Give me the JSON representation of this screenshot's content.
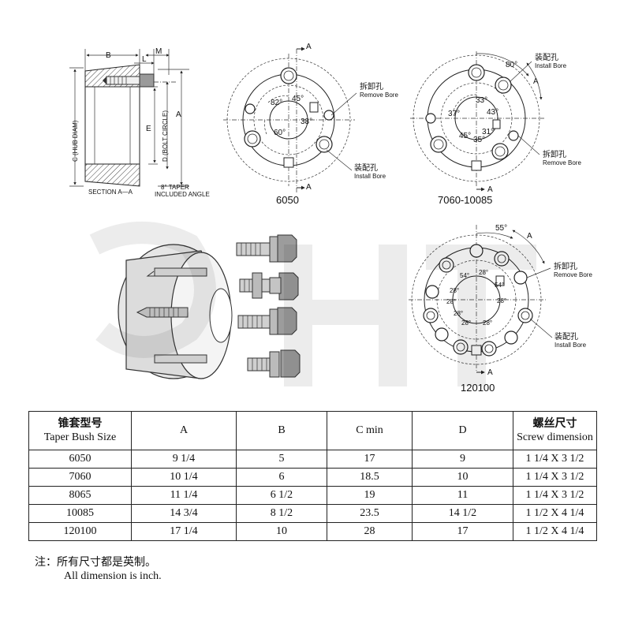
{
  "drawings": {
    "section": {
      "dim_B": "B",
      "dim_L": "L",
      "dim_M": "M",
      "dim_A": "A",
      "dim_E": "E",
      "dim_C": "C (HUB DIAM)",
      "dim_D": "D (BOLT CIRCLE)",
      "caption": "SECTION A—A",
      "taper_line1": "8° TAPER",
      "taper_line2": "INCLUDED ANGLE"
    },
    "view_6050": {
      "name": "6050",
      "section_mark": "A",
      "remove_cn": "拆卸孔",
      "remove_en": "Remove Bore",
      "install_cn": "装配孔",
      "install_en": "Install Bore",
      "angles": [
        "82°",
        "45°",
        "60°",
        "38°"
      ]
    },
    "view_7060": {
      "name": "7060-10085",
      "section_mark": "A",
      "remove_cn": "拆卸孔",
      "remove_en": "Remove Bore",
      "install_cn": "装配孔",
      "install_en": "Install Bore",
      "angles": [
        "80°",
        "33°",
        "37°",
        "43°",
        "45°",
        "31°",
        "35°"
      ]
    },
    "view_120100": {
      "name": "120100",
      "section_mark": "A",
      "remove_cn": "拆卸孔",
      "remove_en": "Remove Bore",
      "install_cn": "装配孔",
      "install_en": "Install Bore",
      "angles": [
        "55°",
        "54°",
        "28°",
        "54°",
        "28°",
        "28°",
        "28°",
        "28°",
        "28°",
        "28°"
      ]
    }
  },
  "table": {
    "headers": {
      "size_cn": "锥套型号",
      "size_en": "Taper Bush Size",
      "a": "A",
      "b": "B",
      "c": "C min",
      "d": "D",
      "screw_cn": "螺丝尺寸",
      "screw_en": "Screw dimension"
    },
    "rows": [
      {
        "size": "6050",
        "a": "9 1/4",
        "b": "5",
        "c": "17",
        "d": "9",
        "screw": "1 1/4 X 3 1/2"
      },
      {
        "size": "7060",
        "a": "10 1/4",
        "b": "6",
        "c": "18.5",
        "d": "10",
        "screw": "1 1/4 X 3 1/2"
      },
      {
        "size": "8065",
        "a": "11 1/4",
        "b": "6 1/2",
        "c": "19",
        "d": "11",
        "screw": "1 1/4 X 3 1/2"
      },
      {
        "size": "10085",
        "a": "14 3/4",
        "b": "8 1/2",
        "c": "23.5",
        "d": "14 1/2",
        "screw": "1 1/2 X 4 1/4"
      },
      {
        "size": "120100",
        "a": "17 1/4",
        "b": "10",
        "c": "28",
        "d": "17",
        "screw": "1 1/2 X 4 1/4"
      }
    ]
  },
  "note": {
    "cn": "注：所有尺寸都是英制。",
    "en": "All dimension is inch."
  },
  "colors": {
    "ink": "#111111",
    "line": "#222222",
    "metal_light": "#f0f0f0",
    "metal_dark": "#9a9a9a"
  }
}
